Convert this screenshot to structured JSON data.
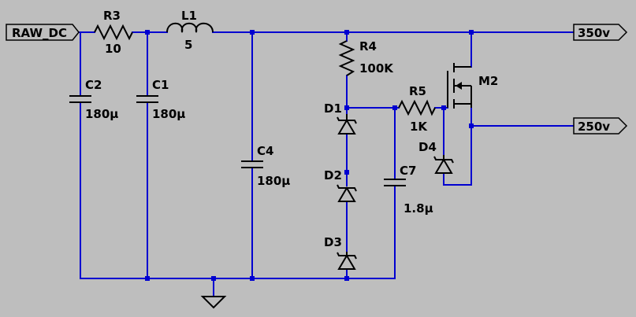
{
  "ports": {
    "raw_dc": "RAW_DC",
    "out_350": "350v",
    "out_250": "250v"
  },
  "components": {
    "r3": {
      "ref": "R3",
      "value": "10"
    },
    "l1": {
      "ref": "L1",
      "value": "5"
    },
    "c2": {
      "ref": "C2",
      "value": "180µ"
    },
    "c1": {
      "ref": "C1",
      "value": "180µ"
    },
    "c4": {
      "ref": "C4",
      "value": "180µ"
    },
    "r4": {
      "ref": "R4",
      "value": "100K"
    },
    "r5": {
      "ref": "R5",
      "value": "1K"
    },
    "c7": {
      "ref": "C7",
      "value": "1.8µ"
    },
    "d1": {
      "ref": "D1"
    },
    "d2": {
      "ref": "D2"
    },
    "d3": {
      "ref": "D3"
    },
    "d4": {
      "ref": "D4"
    },
    "m2": {
      "ref": "M2"
    }
  },
  "colors": {
    "background": "#bebebe",
    "wire": "#0000d0",
    "component": "#000000"
  }
}
